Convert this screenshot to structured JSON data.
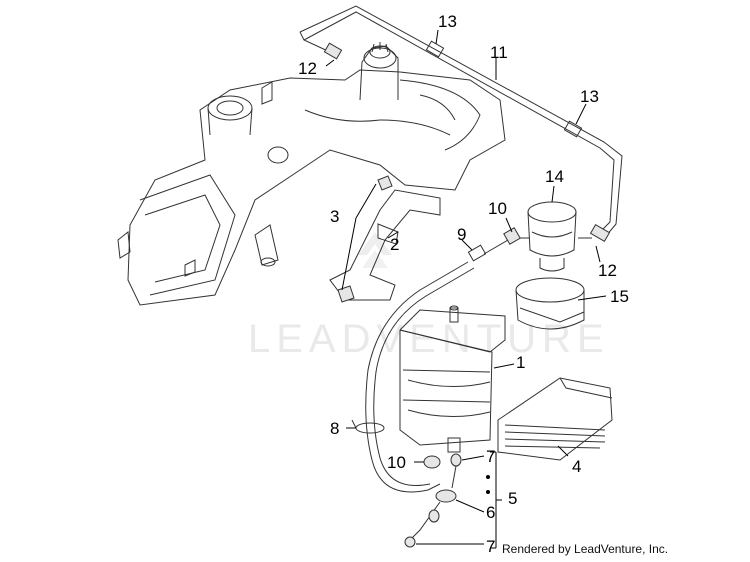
{
  "watermark": "LEADVENTURE",
  "credit": "Rendered by LeadVenture, Inc.",
  "callouts": {
    "c1": "1",
    "c2": "2",
    "c3": "3",
    "c4": "4",
    "c5": "5",
    "c6": "6",
    "c7a": "7",
    "c7b": "7",
    "c8": "8",
    "c9": "9",
    "c10a": "10",
    "c10b": "10",
    "c11": "11",
    "c12a": "12",
    "c12b": "12",
    "c13a": "13",
    "c13b": "13",
    "c14": "14",
    "c15": "15"
  }
}
